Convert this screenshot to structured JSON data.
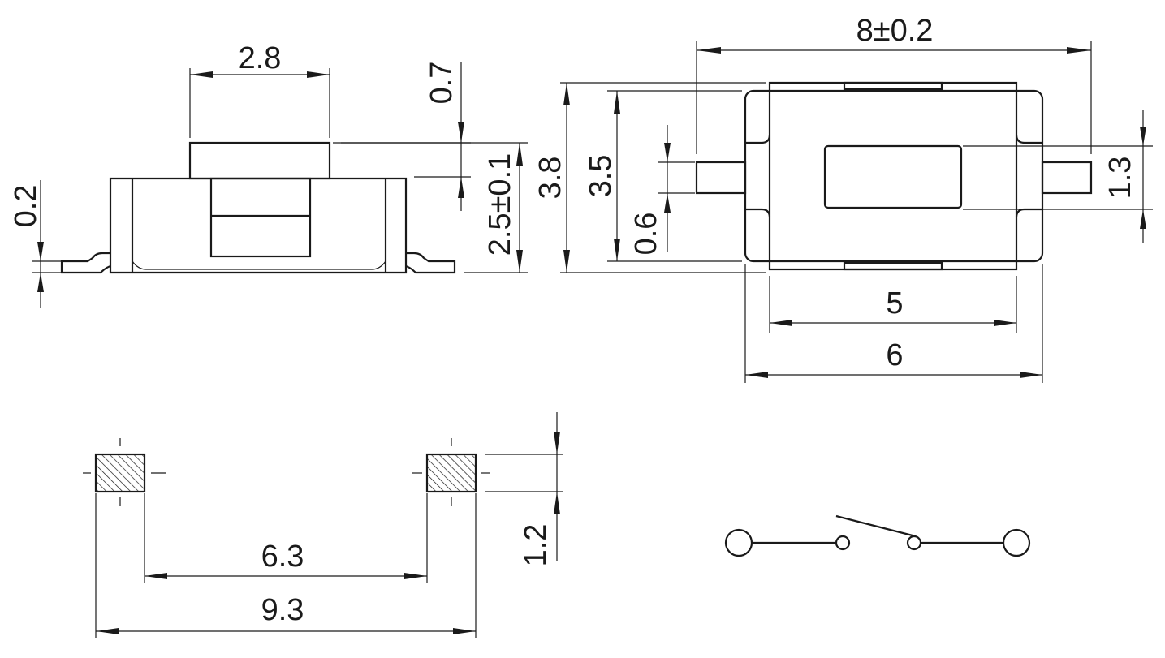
{
  "dimensions": {
    "side_top_width": "2.8",
    "side_top_height": "0.7",
    "side_total_height": "2.5±0.1",
    "side_terminal_thickness": "0.2",
    "top_total_length": "8±0.2",
    "top_body_height_outer": "3.8",
    "top_body_height_inner": "3.5",
    "top_terminal_offset": "0.6",
    "top_terminal_width": "1.3",
    "top_inner_width": "5",
    "top_outer_width": "6",
    "pad_inner_spacing": "6.3",
    "pad_outer_spacing": "9.3",
    "pad_height": "1.2"
  }
}
